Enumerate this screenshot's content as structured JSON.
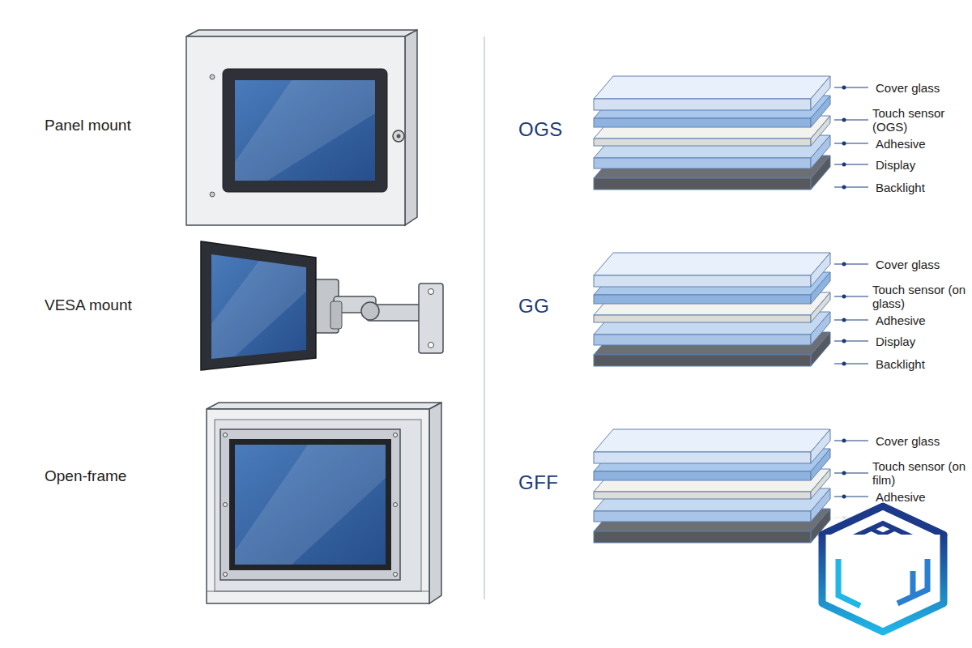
{
  "diagram": {
    "labels": [
      "Panel mount",
      "VESA mount",
      "Open-frame",
      "OGS",
      "Cover glass",
      "Touch sensor (OGS)",
      "Adhesive",
      "Display",
      "Backlight",
      "GG",
      "Cover glass",
      "Touch sensor (on glass)",
      "Adhesive",
      "Display",
      "Backlight",
      "GFF",
      "Cover glass",
      "Touch sensor (on film)",
      "Adhesive"
    ]
  }
}
